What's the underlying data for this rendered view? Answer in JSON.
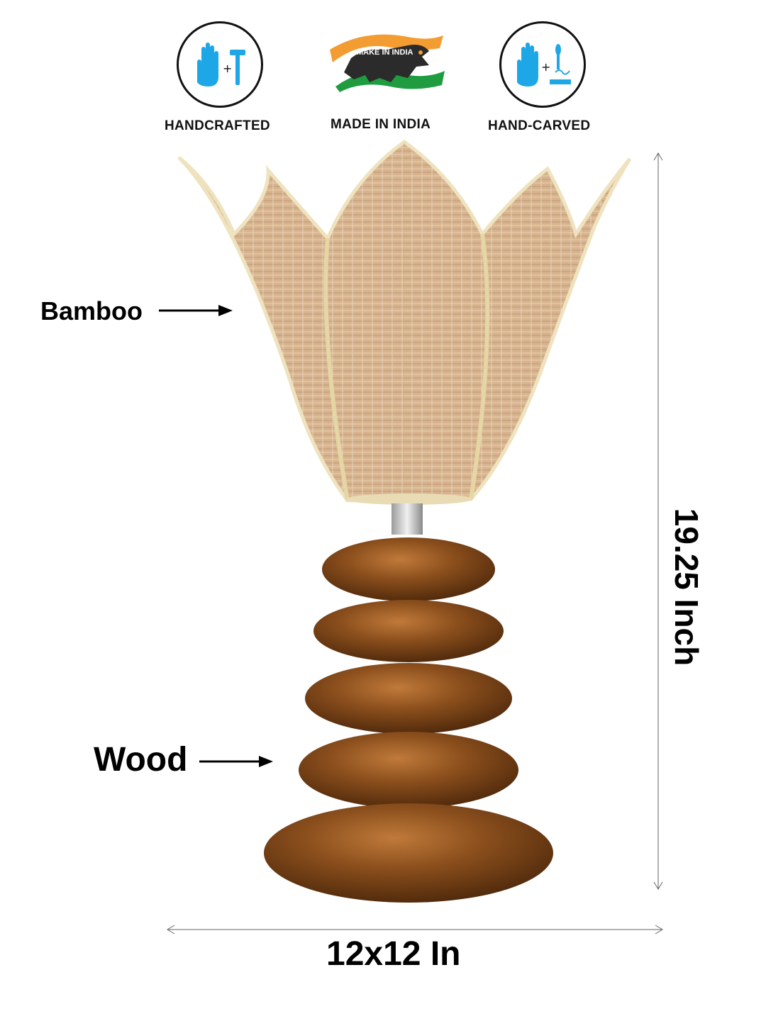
{
  "badges": {
    "handcrafted": {
      "label": "HANDCRAFTED",
      "icon": "hand-hammer-icon"
    },
    "made_in_india": {
      "label": "MADE IN INDIA",
      "logo_text": "MAKE IN INDIA",
      "icon": "make-in-india-lion-logo"
    },
    "hand_carved": {
      "label": "HAND-CARVED",
      "icon": "hand-chisel-icon"
    }
  },
  "materials": {
    "shade": "Bamboo",
    "base": "Wood"
  },
  "dimensions": {
    "height": "19.25 Inch",
    "width": "12x12 In"
  },
  "colors": {
    "icon_blue": "#1ea7e6",
    "bamboo": "#d9b894",
    "wood": "#7a4416",
    "flag_saffron": "#f39c32",
    "flag_green": "#1f9c3f"
  }
}
